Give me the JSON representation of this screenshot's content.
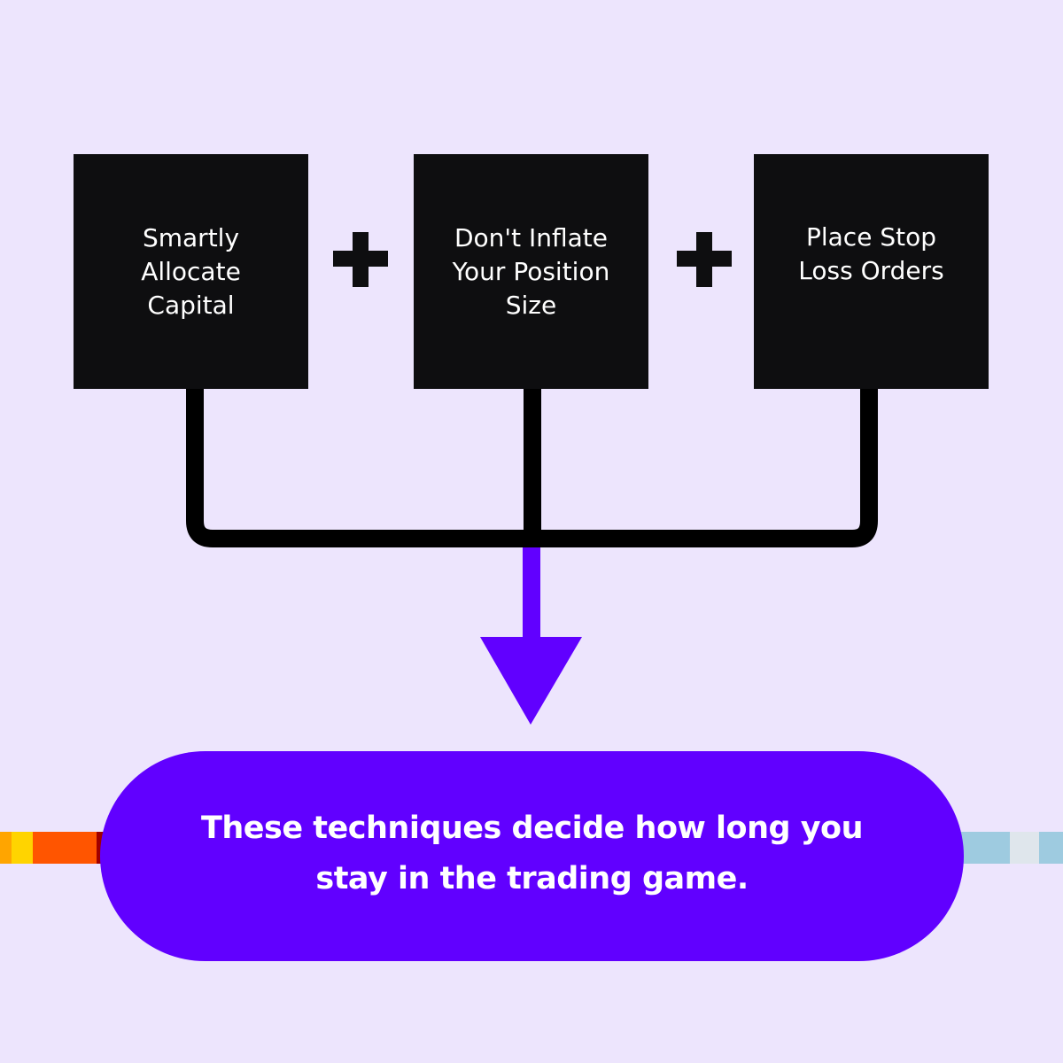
{
  "diagram": {
    "steps": [
      {
        "lines": [
          "Smartly",
          "Allocate",
          "Capital"
        ]
      },
      {
        "lines": [
          "Don't Inflate",
          "Your Position",
          "Size"
        ]
      },
      {
        "lines": [
          "Place Stop",
          "Loss Orders"
        ]
      }
    ],
    "operator": "plus",
    "conclusion": {
      "lines": [
        "These techniques decide how long you",
        "stay in the trading game."
      ]
    }
  },
  "colors": {
    "background": "#ede5fd",
    "box": "#0e0e10",
    "box_text": "#ffffff",
    "accent_purple": "#6100ff",
    "connector": "#000000",
    "strip_left": [
      "#ffa500",
      "#ffd400",
      "#ff5500",
      "#a00000"
    ],
    "strip_right": [
      "#9ecbe0",
      "#dfe6ec",
      "#9ecbe0"
    ]
  }
}
